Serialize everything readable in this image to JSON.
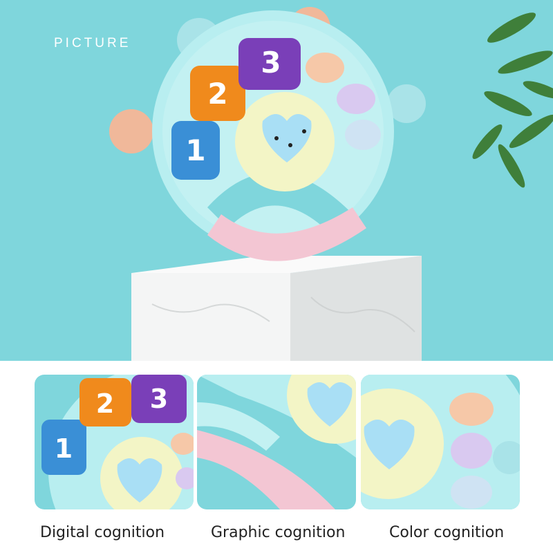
{
  "hero": {
    "title": "PICTURE",
    "background_color": "#7fd6dc",
    "product": "teal-tambourine-toy",
    "buttons": [
      "1",
      "2",
      "3"
    ]
  },
  "features": [
    {
      "caption": "Digital cognition"
    },
    {
      "caption": "Graphic cognition"
    },
    {
      "caption": "Color cognition"
    }
  ],
  "colors": {
    "toy_body": "#b8eef0",
    "handle_pink": "#f3c6d3",
    "button_blue": "#3a8fd6",
    "button_orange": "#f08a1c",
    "button_purple": "#7a3fb8",
    "center_yellow": "#f3f5c6",
    "heart_blue": "#a9dff5"
  }
}
